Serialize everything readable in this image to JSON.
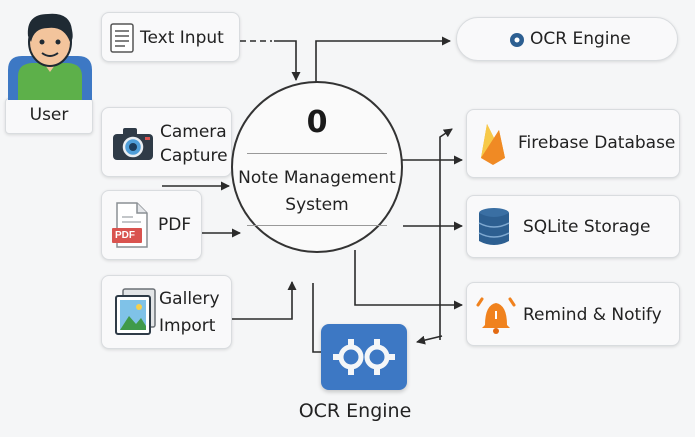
{
  "user": {
    "label": "User"
  },
  "inputs": {
    "text_input": "Text Input",
    "camera_line1": "Camera",
    "camera_line2": "Capture",
    "pdf": "PDF",
    "pdf_badge": "PDF",
    "gallery_line1": "Gallery",
    "gallery_line2": "Import"
  },
  "process": {
    "number": "0",
    "name_line1": "Note Management",
    "name_line2": "System"
  },
  "outputs": {
    "ocr_engine_top": "OCR Engine",
    "firebase": "Firebase Database",
    "sqlite": "SQLite Storage",
    "remind": "Remind & Notify"
  },
  "ocr_engine_bottom": {
    "label": "OCR Engine"
  },
  "colors": {
    "accent_blue": "#3d78c4",
    "camera_red": "#d9534f",
    "firebase_orange": "#f5a623",
    "sqlite_blue": "#2d5f91",
    "bell_orange": "#f0821e"
  },
  "icons": {
    "user": "user-avatar-icon",
    "text_input": "document-icon",
    "camera": "camera-icon",
    "pdf": "pdf-file-icon",
    "gallery": "gallery-icon",
    "ocr_top": "ocr-dot-icon",
    "firebase": "firebase-flame-icon",
    "sqlite": "database-icon",
    "remind": "alarm-bell-icon",
    "ocr_bottom": "gears-icon"
  }
}
